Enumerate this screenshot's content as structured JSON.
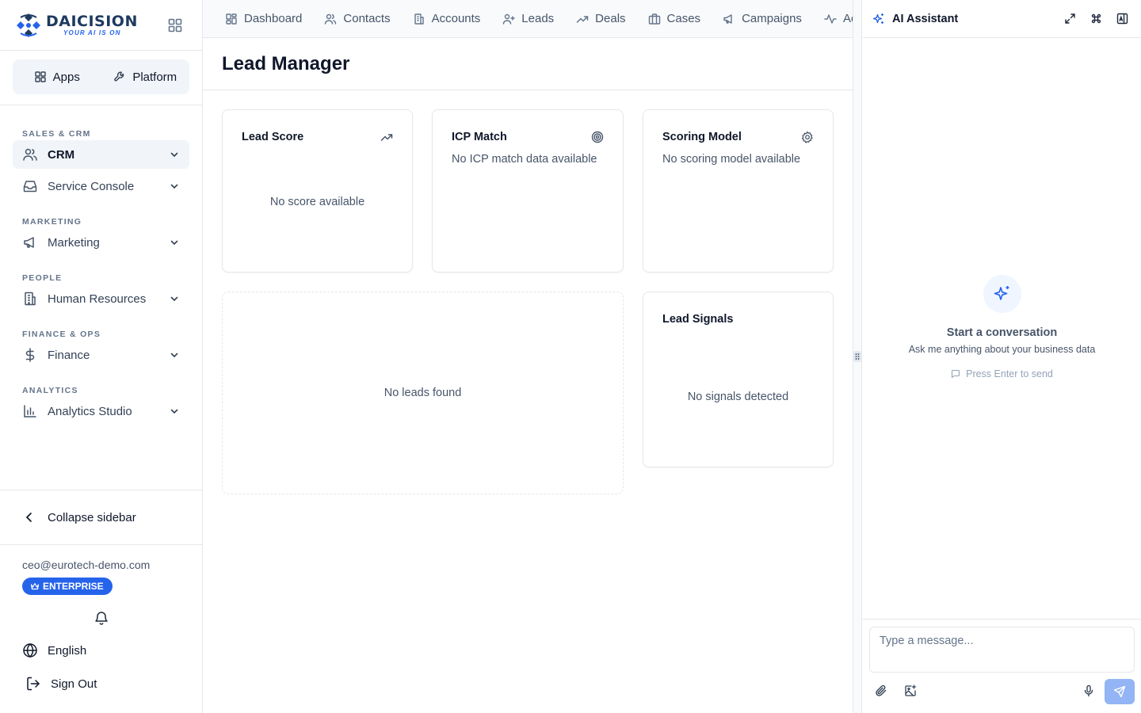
{
  "brand": {
    "name": "DAICISION",
    "tagline": "YOUR AI IS ON"
  },
  "switcher": {
    "apps": "Apps",
    "platform": "Platform"
  },
  "nav": {
    "sections": [
      {
        "title": "SALES & CRM",
        "items": [
          {
            "label": "CRM",
            "icon": "users-icon"
          },
          {
            "label": "Service Console",
            "icon": "inbox-icon"
          }
        ]
      },
      {
        "title": "MARKETING",
        "items": [
          {
            "label": "Marketing",
            "icon": "megaphone-icon"
          }
        ]
      },
      {
        "title": "PEOPLE",
        "items": [
          {
            "label": "Human Resources",
            "icon": "building-icon"
          }
        ]
      },
      {
        "title": "FINANCE & OPS",
        "items": [
          {
            "label": "Finance",
            "icon": "dollar-icon"
          }
        ]
      },
      {
        "title": "ANALYTICS",
        "items": [
          {
            "label": "Analytics Studio",
            "icon": "bar-chart-icon"
          }
        ]
      }
    ]
  },
  "sidebar_footer": {
    "collapse_label": "Collapse sidebar",
    "email": "ceo@eurotech-demo.com",
    "plan": "ENTERPRISE",
    "language": "English",
    "sign_out": "Sign Out"
  },
  "topnav": [
    {
      "label": "Dashboard",
      "icon": "layout-icon"
    },
    {
      "label": "Contacts",
      "icon": "users-icon"
    },
    {
      "label": "Accounts",
      "icon": "building-icon"
    },
    {
      "label": "Leads",
      "icon": "user-plus-icon"
    },
    {
      "label": "Deals",
      "icon": "trending-up-icon"
    },
    {
      "label": "Cases",
      "icon": "briefcase-icon"
    },
    {
      "label": "Campaigns",
      "icon": "megaphone-icon"
    },
    {
      "label": "Activities",
      "icon": "activity-icon"
    }
  ],
  "page": {
    "title": "Lead Manager",
    "cards": {
      "lead_score": {
        "title": "Lead Score",
        "empty": "No score available"
      },
      "icp_match": {
        "title": "ICP Match",
        "empty": "No ICP match data available"
      },
      "scoring_model": {
        "title": "Scoring Model",
        "empty": "No scoring model available"
      },
      "leads": {
        "empty": "No leads found"
      },
      "lead_signals": {
        "title": "Lead Signals",
        "empty": "No signals detected"
      }
    }
  },
  "ai": {
    "title": "AI Assistant",
    "empty_title": "Start a conversation",
    "empty_subtitle": "Ask me anything about your business data",
    "hint": "Press Enter to send",
    "input_placeholder": "Type a message..."
  },
  "colors": {
    "accent": "#2563eb",
    "send_disabled": "#93b4f5"
  }
}
